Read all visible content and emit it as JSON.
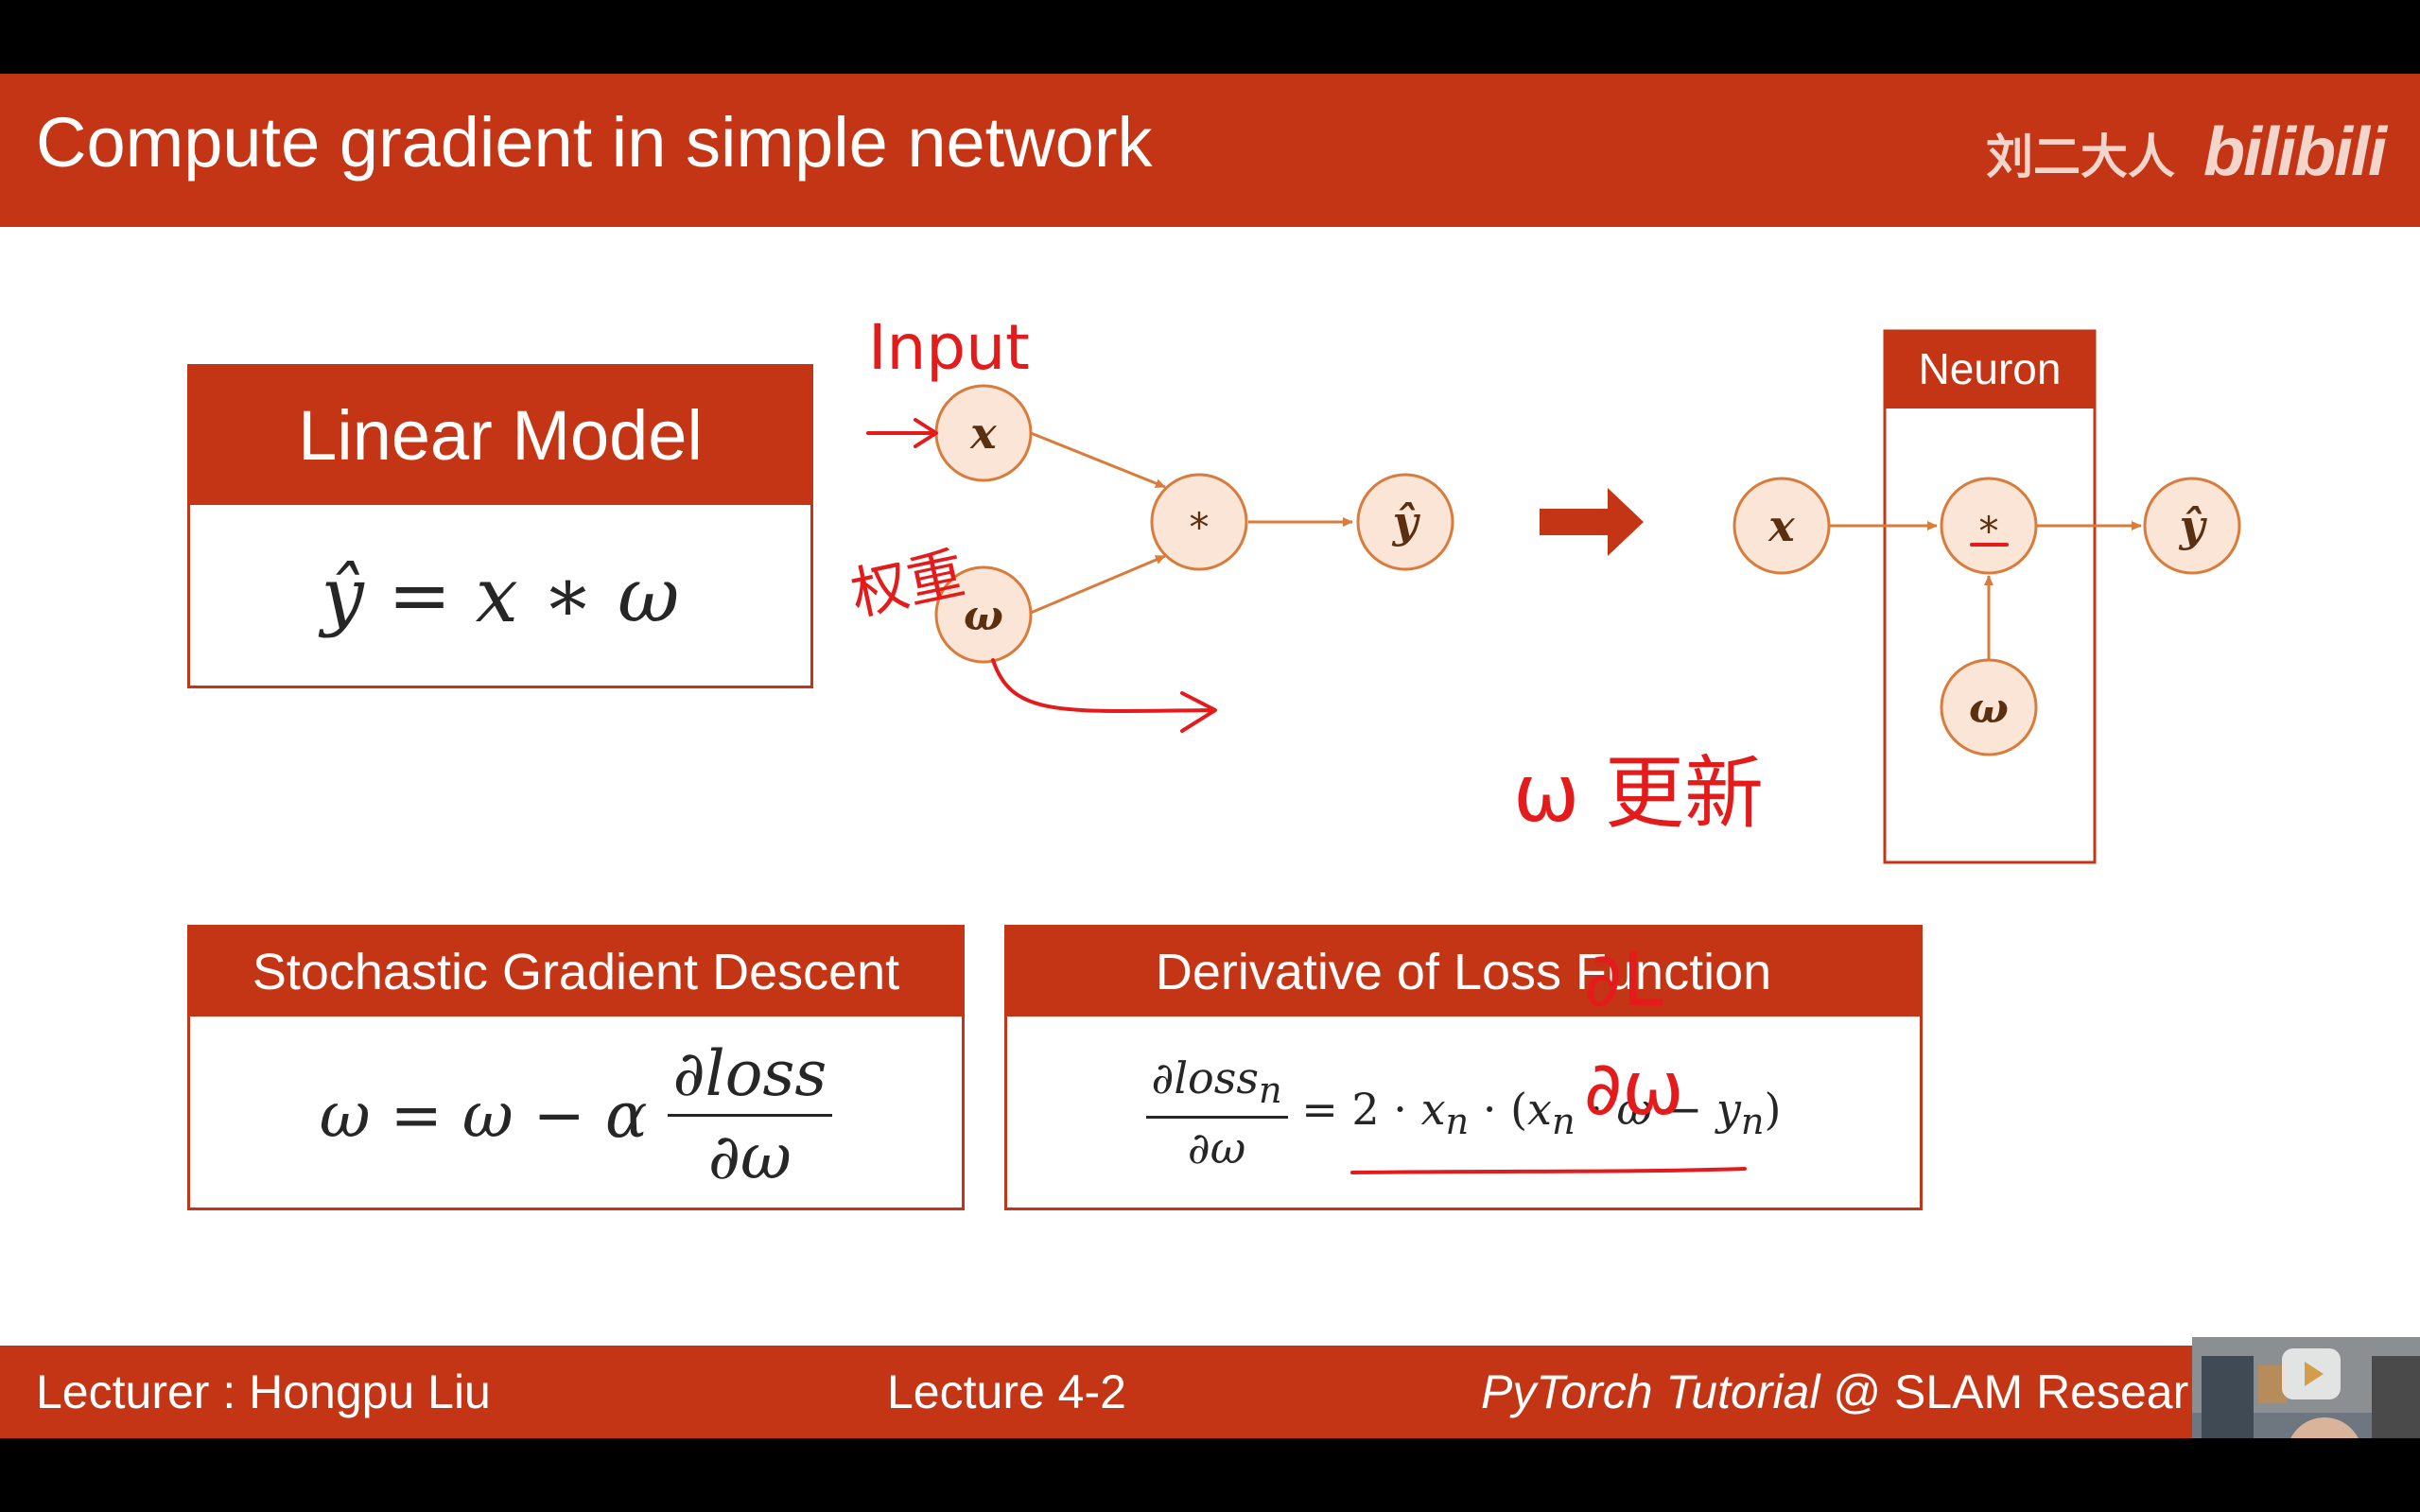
{
  "slide": {
    "title": "Compute gradient in simple network",
    "watermark": {
      "text": "刘二大人",
      "logo": "bilibili"
    }
  },
  "linear_model": {
    "heading": "Linear Model",
    "formula": {
      "lhs": "ŷ",
      "eq": "=",
      "x": "x",
      "op": "∗",
      "w": "ω"
    }
  },
  "diagram": {
    "left_graph": {
      "input_node": "x",
      "weight_node": "ω",
      "op_node": "*",
      "output_node": "ŷ"
    },
    "right_graph": {
      "group_label": "Neuron",
      "input_node": "x",
      "op_node": "*",
      "weight_node": "ω",
      "output_node": "ŷ"
    }
  },
  "sgd": {
    "heading": "Stochastic Gradient Descent",
    "formula": {
      "lhs": "ω = ω − α",
      "num": "∂loss",
      "den": "∂ω"
    }
  },
  "derivative": {
    "heading": "Derivative of Loss Function",
    "formula": {
      "num": "∂loss",
      "num_sub": "n",
      "den": "∂ω",
      "rhs_prefix": "= 2 · ",
      "x1": "x",
      "mid": " · (",
      "x2": "x",
      "mid2": " · ω − ",
      "y": "y",
      "end": ")",
      "sub": "n"
    }
  },
  "annotations": {
    "input": "Input",
    "weight": "权重",
    "w_update": "ω 更新",
    "partial_top": "∂L",
    "partial_bottom": "∂ω"
  },
  "footer": {
    "lecturer": "Lecturer : Hongpu Liu",
    "lecture": "Lecture 4-2",
    "course_italic": "PyTorch Tutorial",
    "course_rest": " @ SLAM Resear"
  },
  "colors": {
    "accent": "#c43515",
    "node_fill": "#fbe5d6",
    "node_stroke": "#d97b3a",
    "ink": "#e31b1b"
  }
}
